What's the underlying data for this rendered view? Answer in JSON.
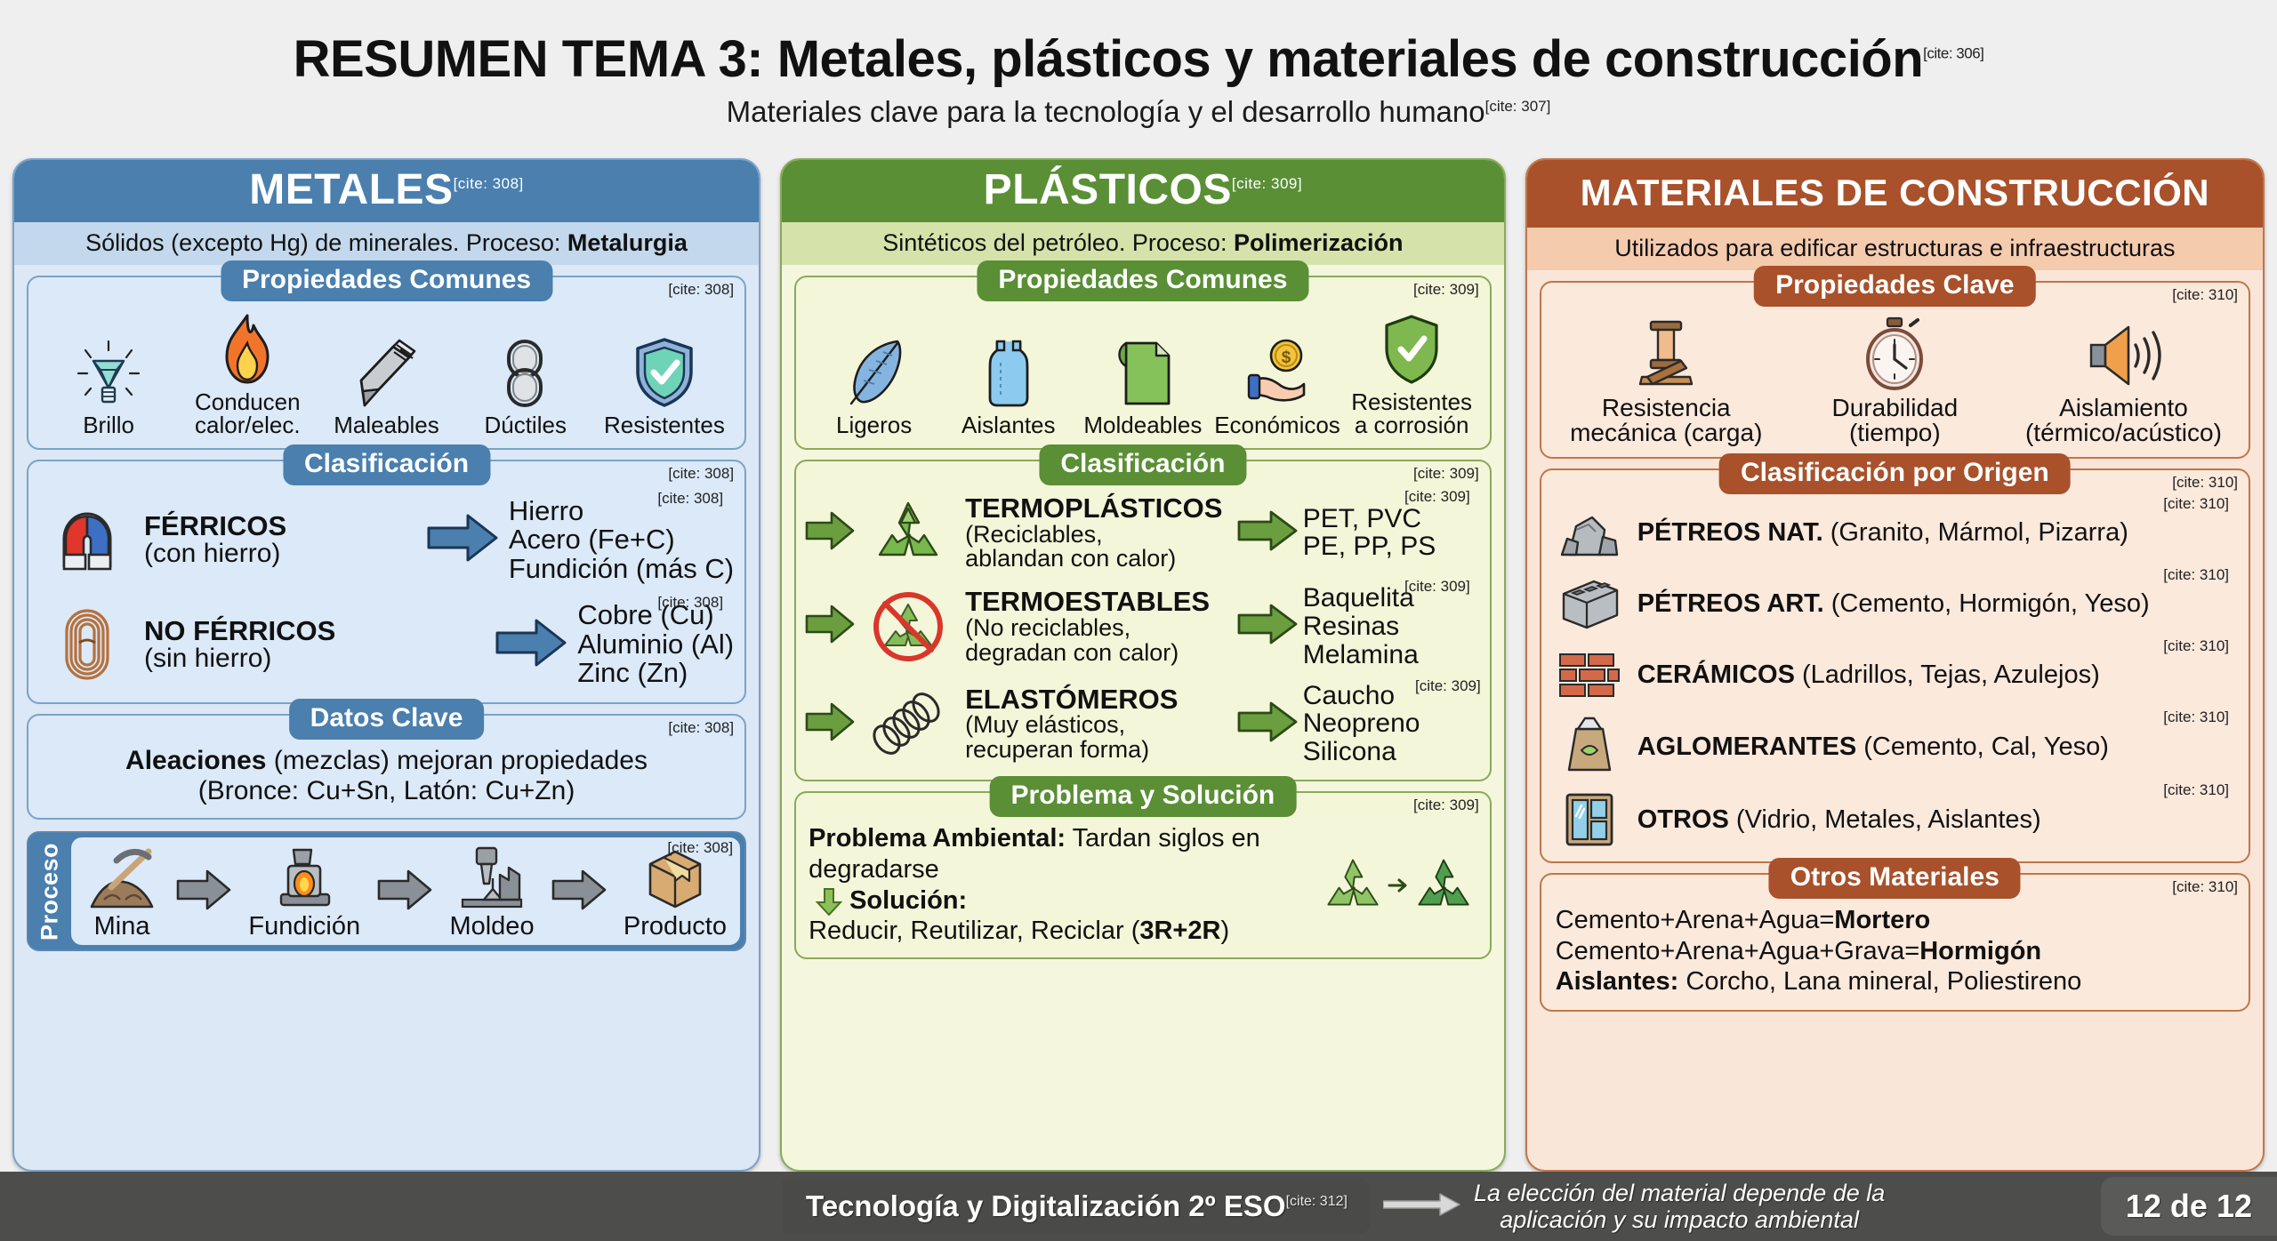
{
  "header": {
    "title": "RESUMEN TEMA 3: Metales, plásticos y materiales de construcción",
    "title_cite": "[cite: 306]",
    "subtitle": "Materiales clave para la tecnología y el desarrollo humano",
    "subtitle_cite": "[cite: 307]"
  },
  "colors": {
    "metals": "#4a7fae",
    "plastics": "#5a8f36",
    "construction": "#a8512a",
    "footer": "#4d4d4b"
  },
  "metals": {
    "heading": "METALES",
    "heading_cite": "[cite: 308]",
    "subheading": "Sólidos (excepto Hg) de minerales. Proceso: ",
    "subheading_bold": "Metalurgia",
    "properties": {
      "title": "Propiedades Comunes",
      "cite": "[cite: 308]",
      "items": [
        {
          "icon": "diamond-shine-icon",
          "label": "Brillo"
        },
        {
          "icon": "flame-icon",
          "label": "Conducen\ncalor/elec."
        },
        {
          "icon": "malleable-sheet-icon",
          "label": "Maleables"
        },
        {
          "icon": "chain-link-icon",
          "label": "Dúctiles"
        },
        {
          "icon": "shield-check-icon",
          "label": "Resistentes"
        }
      ]
    },
    "classification": {
      "title": "Clasificación",
      "cite": "[cite: 308]",
      "rows": [
        {
          "icon": "magnet-icon",
          "cite": "[cite: 308]",
          "name": "FÉRRICOS",
          "detail": "(con hierro)",
          "examples": "Hierro\nAcero (Fe+C)\nFundición (más C)"
        },
        {
          "icon": "copper-coil-icon",
          "cite": "[cite: 308]",
          "name": "NO FÉRRICOS",
          "detail": "(sin hierro)",
          "examples": "Cobre (Cu)\nAluminio (Al)\nZinc (Zn)"
        }
      ]
    },
    "key_data": {
      "title": "Datos Clave",
      "cite": "[cite: 308]",
      "line1_bold": "Aleaciones",
      "line1_rest": " (mezclas) mejoran propiedades",
      "line2": "(Bronce: Cu+Sn, Latón: Cu+Zn)"
    },
    "process": {
      "label": "Proceso",
      "cite": "[cite: 308]",
      "steps": [
        {
          "icon": "mine-pickaxe-icon",
          "label": "Mina"
        },
        {
          "icon": "furnace-icon",
          "label": "Fundición"
        },
        {
          "icon": "casting-factory-icon",
          "label": "Moldeo"
        },
        {
          "icon": "package-box-icon",
          "label": "Producto"
        }
      ]
    }
  },
  "plastics": {
    "heading": "PLÁSTICOS",
    "heading_cite": "[cite: 309]",
    "subheading": "Sintéticos del petróleo. Proceso: ",
    "subheading_bold": "Polimerización",
    "properties": {
      "title": "Propiedades Comunes",
      "cite": "[cite: 309]",
      "items": [
        {
          "icon": "feather-icon",
          "label": "Ligeros"
        },
        {
          "icon": "plastic-bottle-icon",
          "label": "Aislantes"
        },
        {
          "icon": "sheet-mold-icon",
          "label": "Moldeables"
        },
        {
          "icon": "coin-hand-icon",
          "label": "Económicos"
        },
        {
          "icon": "shield-check-icon",
          "label": "Resistentes\na corrosión"
        }
      ]
    },
    "classification": {
      "title": "Clasificación",
      "cite": "[cite: 309]",
      "rows": [
        {
          "icon": "recycle-icon",
          "cite": "[cite: 309]",
          "name": "TERMOPLÁSTICOS",
          "detail": "(Reciclables,\nablandan con calor)",
          "examples": "PET, PVC\nPE, PP, PS"
        },
        {
          "icon": "no-recycle-icon",
          "cite": "[cite: 309]",
          "name": "TERMOESTABLES",
          "detail": "(No reciclables,\ndegradan con calor)",
          "examples": "Baquelita\nResinas\nMelamina"
        },
        {
          "icon": "spring-coil-icon",
          "cite": "[cite: 309]",
          "name": "ELASTÓMEROS",
          "detail": "(Muy elásticos,\nrecuperan forma)",
          "examples": "Caucho\nNeopreno\nSilicona"
        }
      ]
    },
    "problem": {
      "title": "Problema y Solución",
      "cite": "[cite: 309]",
      "line1_bold": "Problema Ambiental:",
      "line1_rest": " Tardan siglos en degradarse",
      "line2_bold": "Solución:",
      "line3": "Reducir, Reutilizar, Reciclar (",
      "line3_bold": "3R+2R",
      "line3_end": ")"
    }
  },
  "construction": {
    "heading": "MATERIALES DE CONSTRUCCIÓN",
    "subheading": "Utilizados para edificar estructuras e infraestructuras",
    "properties": {
      "title": "Propiedades Clave",
      "cite": "[cite: 310]",
      "items": [
        {
          "icon": "anvil-weight-icon",
          "label": "Resistencia\nmecánica (carga)"
        },
        {
          "icon": "stopwatch-icon",
          "label": "Durabilidad\n(tiempo)"
        },
        {
          "icon": "sound-wave-icon",
          "label": "Aislamiento\n(térmico/acústico)"
        }
      ]
    },
    "origin": {
      "title": "Clasificación por Origen",
      "cite": "[cite: 310]",
      "rows": [
        {
          "icon": "rocks-icon",
          "cite": "[cite: 310]",
          "name": "PÉTREOS NAT.",
          "detail": " (Granito, Mármol, Pizarra)"
        },
        {
          "icon": "concrete-block-icon",
          "cite": "[cite: 310]",
          "name": "PÉTREOS ART.",
          "detail": " (Cemento, Hormigón, Yeso)"
        },
        {
          "icon": "brick-wall-icon",
          "cite": "[cite: 310]",
          "name": "CERÁMICOS",
          "detail": " (Ladrillos, Tejas, Azulejos)"
        },
        {
          "icon": "cement-bag-icon",
          "cite": "[cite: 310]",
          "name": "AGLOMERANTES",
          "detail": " (Cemento, Cal, Yeso)"
        },
        {
          "icon": "window-icon",
          "cite": "[cite: 310]",
          "name": "OTROS",
          "detail": " (Vidrio, Metales, Aislantes)"
        }
      ]
    },
    "others": {
      "title": "Otros Materiales",
      "cite": "[cite: 310]",
      "line1": "Cemento+Arena+Agua=",
      "line1_bold": "Mortero",
      "line2": "Cemento+Arena+Agua+Grava=",
      "line2_bold": "Hormigón",
      "line3_bold": "Aislantes:",
      "line3": " Corcho, Lana mineral, Poliestireno"
    }
  },
  "footer": {
    "course": "Tecnología y Digitalización 2º ESO",
    "course_cite": "[cite: 312]",
    "note": "La elección del material depende de la\naplicación y su impacto ambiental",
    "page": "12 de 12"
  }
}
